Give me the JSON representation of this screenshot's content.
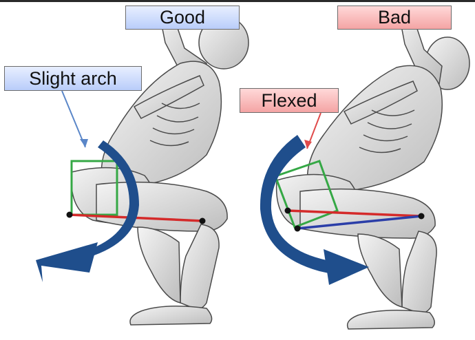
{
  "labels": {
    "good": "Good",
    "bad": "Bad",
    "slight_arch": "Slight arch",
    "flexed": "Flexed"
  },
  "colors": {
    "label_blue": "#b9cdfa",
    "label_red": "#f4a4a4",
    "arrow_blue": "#1f4e8c",
    "pelvis_green": "#35a845",
    "thigh_red": "#d42a2a",
    "thigh_blue": "#2b3ea8",
    "pointer_blue": "#5a86c8",
    "pointer_red": "#e04a4a"
  },
  "icons": {
    "arch_arrow": "curved-arrow-counterclockwise-icon",
    "flex_arrow": "curved-arrow-clockwise-icon"
  }
}
